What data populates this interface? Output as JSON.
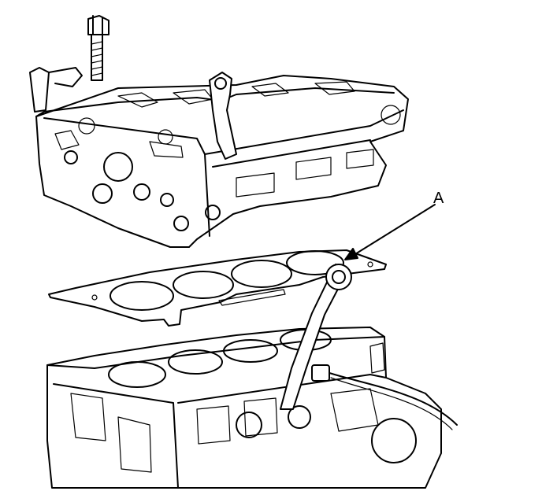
{
  "diagram": {
    "callouts": [
      {
        "id": "A",
        "label": "A",
        "target": "cylinder-head-gasket"
      }
    ],
    "colors": {
      "ink": "#000000",
      "paper": "#ffffff"
    }
  }
}
